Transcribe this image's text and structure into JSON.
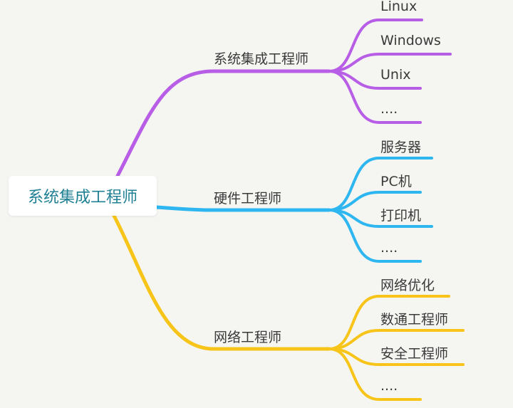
{
  "root": {
    "label": "系统集成工程师"
  },
  "branches": [
    {
      "label": "系统集成工程师",
      "color": "#b85ee6",
      "leaves": [
        "Linux",
        "Windows",
        "Unix",
        "...."
      ]
    },
    {
      "label": "硬件工程师",
      "color": "#2eb6f0",
      "leaves": [
        "服务器",
        "PC机",
        "打印机",
        "...."
      ]
    },
    {
      "label": "网络工程师",
      "color": "#f7c51a",
      "leaves": [
        "网络优化",
        "数通工程师",
        "安全工程师",
        "...."
      ]
    }
  ]
}
